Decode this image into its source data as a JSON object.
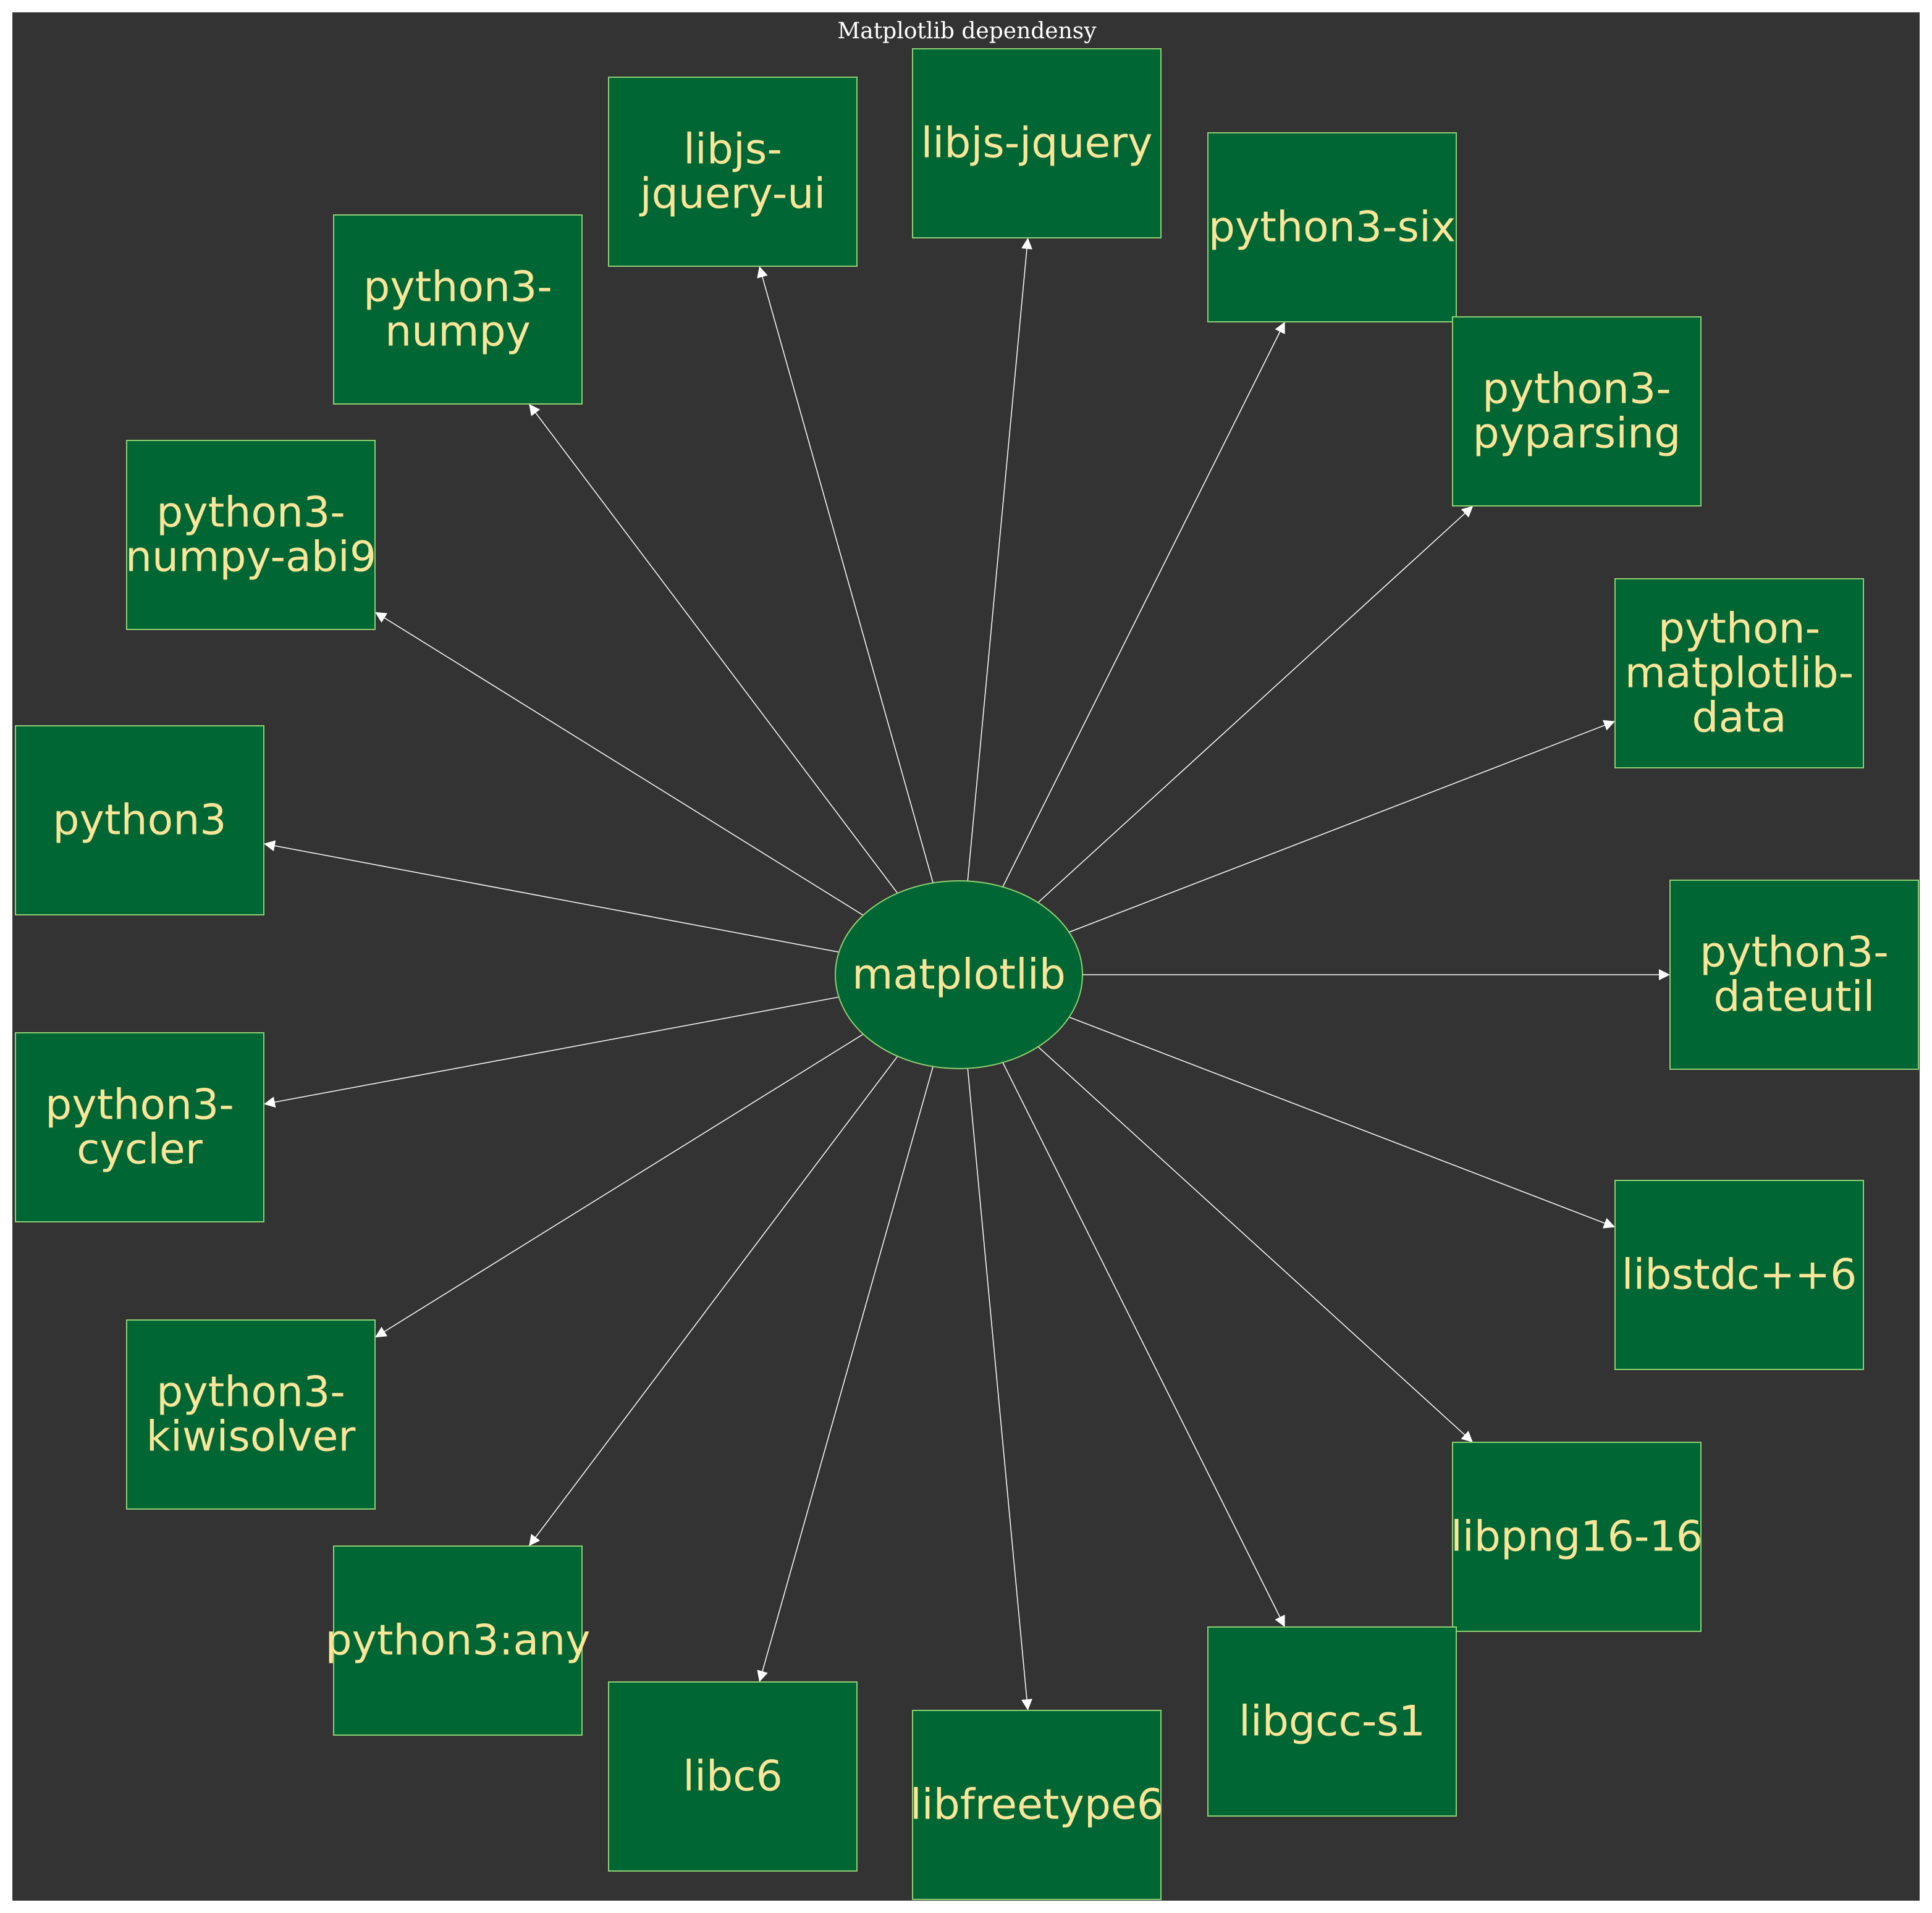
{
  "diagram": {
    "title": "Matplotlib dependensy",
    "colors": {
      "background": "#333333",
      "node_fill": "#006633",
      "node_border": "#8fcf73",
      "label": "#fbe599",
      "edge": "#ffffff",
      "title": "#ffffff"
    },
    "center": {
      "id": "matplotlib",
      "label": "matplotlib",
      "shape": "ellipse"
    },
    "nodes": [
      {
        "id": "libjs-jquery-ui",
        "lines": [
          "libjs-",
          "jquery-ui"
        ]
      },
      {
        "id": "libjs-jquery",
        "lines": [
          "libjs-jquery"
        ]
      },
      {
        "id": "python3-six",
        "lines": [
          "python3-six"
        ]
      },
      {
        "id": "python3-pyparsing",
        "lines": [
          "python3-",
          "pyparsing"
        ]
      },
      {
        "id": "python-matplotlib-data",
        "lines": [
          "python-",
          "matplotlib-",
          "data"
        ]
      },
      {
        "id": "python3-dateutil",
        "lines": [
          "python3-",
          "dateutil"
        ]
      },
      {
        "id": "libstdc++6",
        "lines": [
          "libstdc++6"
        ]
      },
      {
        "id": "libpng16-16",
        "lines": [
          "libpng16-16"
        ]
      },
      {
        "id": "libgcc-s1",
        "lines": [
          "libgcc-s1"
        ]
      },
      {
        "id": "libfreetype6",
        "lines": [
          "libfreetype6"
        ]
      },
      {
        "id": "libc6",
        "lines": [
          "libc6"
        ]
      },
      {
        "id": "python3:any",
        "lines": [
          "python3:any"
        ]
      },
      {
        "id": "python3-kiwisolver",
        "lines": [
          "python3-",
          "kiwisolver"
        ]
      },
      {
        "id": "python3-cycler",
        "lines": [
          "python3-",
          "cycler"
        ]
      },
      {
        "id": "python3",
        "lines": [
          "python3"
        ]
      },
      {
        "id": "python3-numpy-abi9",
        "lines": [
          "python3-",
          "numpy-abi9"
        ]
      },
      {
        "id": "python3-numpy",
        "lines": [
          "python3-",
          "numpy"
        ]
      }
    ],
    "edges": [
      {
        "from": "matplotlib",
        "to": "libjs-jquery-ui"
      },
      {
        "from": "matplotlib",
        "to": "libjs-jquery"
      },
      {
        "from": "matplotlib",
        "to": "python3-six"
      },
      {
        "from": "matplotlib",
        "to": "python3-pyparsing"
      },
      {
        "from": "matplotlib",
        "to": "python-matplotlib-data"
      },
      {
        "from": "matplotlib",
        "to": "python3-dateutil"
      },
      {
        "from": "matplotlib",
        "to": "libstdc++6"
      },
      {
        "from": "matplotlib",
        "to": "libpng16-16"
      },
      {
        "from": "matplotlib",
        "to": "libgcc-s1"
      },
      {
        "from": "matplotlib",
        "to": "libfreetype6"
      },
      {
        "from": "matplotlib",
        "to": "libc6"
      },
      {
        "from": "matplotlib",
        "to": "python3:any"
      },
      {
        "from": "matplotlib",
        "to": "python3-kiwisolver"
      },
      {
        "from": "matplotlib",
        "to": "python3-cycler"
      },
      {
        "from": "matplotlib",
        "to": "python3"
      },
      {
        "from": "matplotlib",
        "to": "python3-numpy-abi9"
      },
      {
        "from": "matplotlib",
        "to": "python3-numpy"
      }
    ]
  }
}
